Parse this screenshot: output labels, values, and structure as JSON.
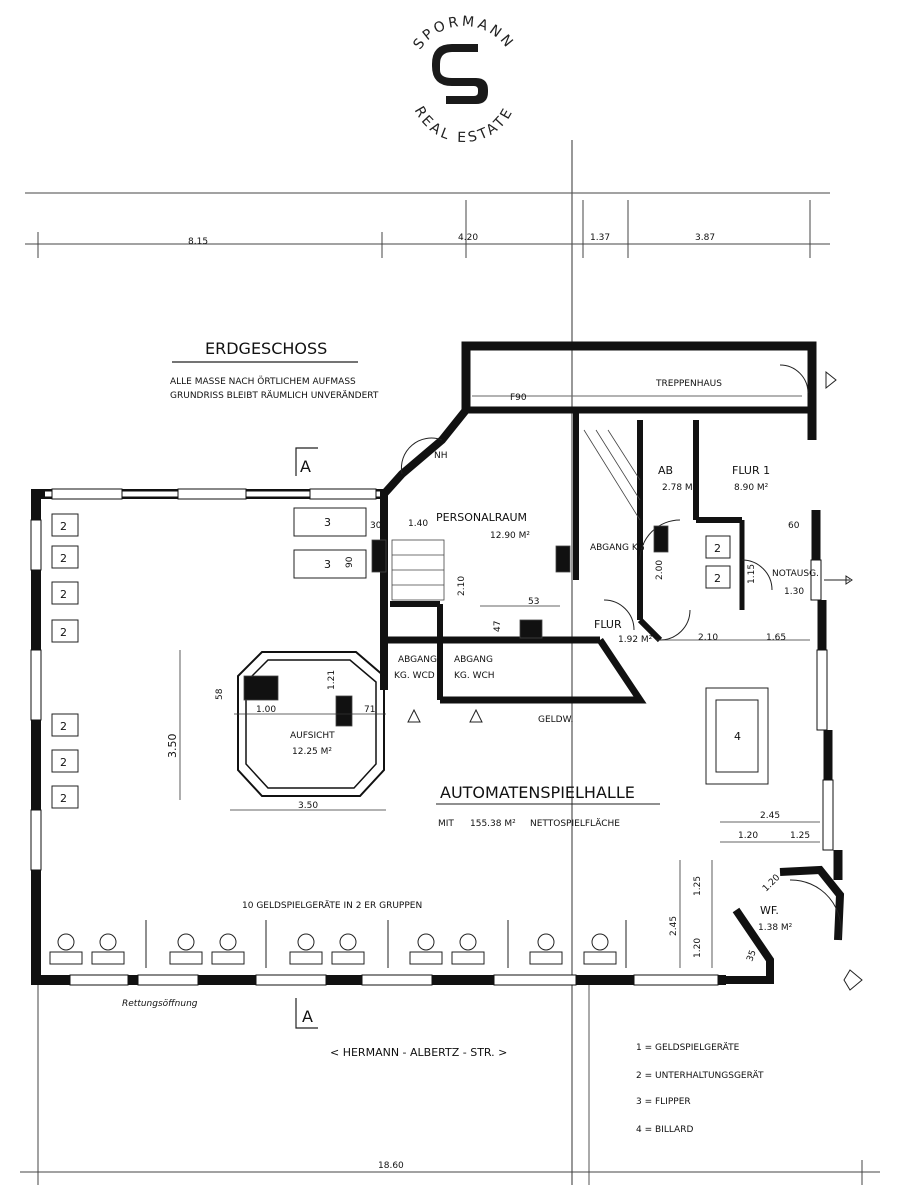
{
  "logo": {
    "top": "SPORMANN",
    "bottom": "REAL ESTATE",
    "monogram": "S"
  },
  "header": {
    "title": "ERDGESCHOSS",
    "note1": "ALLE MASSE NACH ÖRTLICHEM AUFMASS",
    "note2": "GRUNDRISS BLEIBT RÄUMLICH UNVERÄNDERT"
  },
  "rooms": {
    "treppenhaus": "TREPPENHAUS",
    "f90": "F90",
    "personalraum": "PERSONALRAUM",
    "personalraum_area": "12.90 M²",
    "ab": "AB",
    "ab_area": "2.78 M²",
    "flur1": "FLUR 1",
    "flur1_area": "8.90 M²",
    "abgang_kg": "ABGANG KG",
    "notausg": "NOTAUSG.",
    "flur": "FLUR",
    "flur_area": "1.92 M²",
    "abgang1": "ABGANG",
    "wcd": "KG. WCD",
    "abgang2": "ABGANG",
    "wch": "KG. WCH",
    "geldw": "GELDW.",
    "aufsicht": "AUFSICHT",
    "aufsicht_area": "12.25 M²",
    "halle": "AUTOMATENSPIELHALLE",
    "halle_mit": "MIT",
    "halle_area": "155.38 M²",
    "halle_suffix": "NETTOSPIELFLÄCHE",
    "geraete": "10   GELDSPIELGERÄTE  IN   2 ER  GRUPPEN",
    "wf": "WF.",
    "wf_area": "1.38 M²",
    "nh": "NH",
    "rettung": "Rettungsöffnung"
  },
  "section": {
    "a": "A"
  },
  "street": "< HERMANN - ALBERTZ - STR. >",
  "legend": [
    "1 = GELDSPIELGERÄTE",
    "2 = UNTERHALTUNGSGERÄT",
    "3 = FLIPPER",
    "4 = BILLARD"
  ],
  "markers": {
    "two": "2",
    "three": "3",
    "four": "4"
  },
  "dims": {
    "top1": "8.15",
    "top2": "4.20",
    "top3": "1.37",
    "top4": "3.87",
    "d140": "1.40",
    "d210": "2.10",
    "d53": "53",
    "d47": "47",
    "d200": "2.00",
    "d115": "1.15",
    "d60": "60",
    "d130": "1.30",
    "d210b": "2.10",
    "d165": "1.65",
    "d90": "90",
    "d30": "30",
    "d121": "1.21",
    "d58": "58",
    "d100": "1.00",
    "d71": "71",
    "d350v": "3.50",
    "d350h": "3.50",
    "d245": "2.45",
    "d120a": "1.20",
    "d125a": "1.25",
    "d125v": "1.25",
    "d120v": "1.20",
    "d245v": "2.45",
    "d120d": "1.20",
    "d35": "35",
    "d1860": "18.60"
  },
  "colors": {
    "wall": "#111111",
    "line": "#222222",
    "paper": "#ffffff"
  }
}
